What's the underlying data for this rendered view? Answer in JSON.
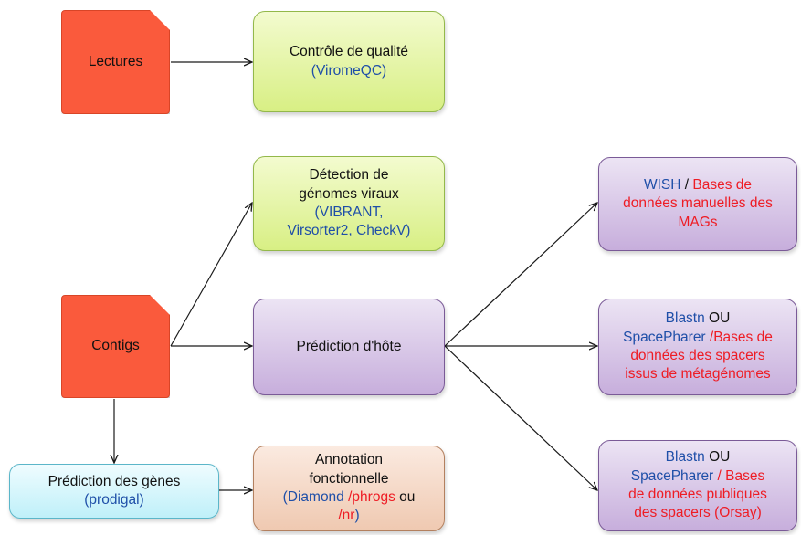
{
  "nodes": {
    "lectures": {
      "label": "Lectures"
    },
    "contigs": {
      "label": "Contigs"
    },
    "qc": {
      "line1": "Contrôle de qualité",
      "tool": "(ViromeQC)"
    },
    "detection": {
      "line1": "Détection de",
      "line2": "génomes viraux",
      "tools1": "(VIBRANT,",
      "tools2": "Virsorter2, CheckV)"
    },
    "host_prediction": {
      "label": "Prédiction d'hôte"
    },
    "gene_prediction": {
      "line1": "Prédiction des gènes",
      "tool": "(prodigal)"
    },
    "annotation": {
      "line1": "Annotation",
      "line2": "fonctionnelle",
      "tool_open": "(Diamond",
      "db1": " /phrogs",
      "or": " ou",
      "db2": "/nr",
      "close": ")"
    },
    "wish": {
      "tool": "WISH",
      "sep": " / ",
      "db_a": "Bases de",
      "db_b": "données manuelles des",
      "db_c": "MAGs"
    },
    "blastn_metagenomes": {
      "tool1": "Blastn",
      "or": " OU",
      "tool2": "SpacePharer",
      "db_a": " /Bases de",
      "db_b": "données des spacers",
      "db_c": "issus de métagénomes"
    },
    "blastn_public": {
      "tool1": "Blastn",
      "or": " OU",
      "tool2": "SpacePharer",
      "db_a": " / Bases",
      "db_b": "de données publiques",
      "db_c": "des spacers (Orsay)"
    }
  },
  "colors": {
    "doc_fill": "#fa5a3c",
    "tool_blue": "#1f4fa8",
    "db_red": "#ee1c24",
    "lime": "#d8ef84",
    "purple": "#c7aedc",
    "cyan": "#bff0f9",
    "peach": "#efc9b1",
    "arrow": "#1a1a1a"
  }
}
